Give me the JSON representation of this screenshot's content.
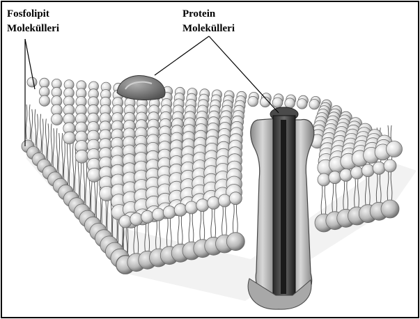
{
  "labels": {
    "phospholipid_line1": "Fosfolipit",
    "phospholipid_line2": "Molekülleri",
    "protein_line1": "Protein",
    "protein_line2": "Molekülleri"
  },
  "colors": {
    "head_fill": "#e4e4e4",
    "head_stroke": "#6a6a6a",
    "tail_stroke": "#4a4a4a",
    "protein_dark": "#3a3a3a",
    "protein_mid": "#9a9a9a",
    "protein_light": "#cfcfcf",
    "border": "#000000"
  }
}
